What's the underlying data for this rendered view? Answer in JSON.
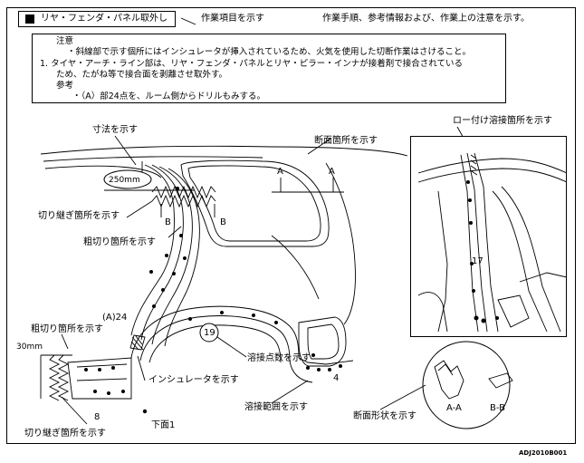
{
  "title_box": {
    "label": "リヤ・フェンダ・パネル取外し"
  },
  "callouts": {
    "work_item": "作業項目を示す",
    "procedure": "作業手順、参考情報および、作業上の注意を示す。",
    "dimension": "寸法を示す",
    "section_location": "断面箇所を示す",
    "braze_location": "ロー付け溶接箇所を示す",
    "cut_splice": "切り継ぎ箇所を示す",
    "rough_cut": "粗切り箇所を示す",
    "rough_cut_left": "粗切り箇所を示す",
    "insulator": "インシュレータを示す",
    "weld_count": "溶接点数を示す",
    "weld_range": "溶接範囲を示す",
    "section_shape": "断面形状を示す",
    "cut_splice_bottom": "切り継ぎ箇所を示す"
  },
  "notes": {
    "heading": "注意",
    "bullet1": "・斜線部で示す個所にはインシュレータが挿入されているため、火気を使用した切断作業はさけること。",
    "item1_line1": "1.  タイヤ・アーチ・ライン部は、リヤ・フェンダ・パネルとリヤ・ピラー・インナが接着剤で接合されている",
    "item1_line2": "ため、たがね等で接合面を剥離させ取外す。",
    "ref_heading": "参考",
    "ref_bullet": "・（A）部24点を、ルーム側からドリルもみする。"
  },
  "labels": {
    "dim_250": "250mm",
    "dim_30": "30mm",
    "sec_a1": "A",
    "sec_a2": "A",
    "sec_b1": "B",
    "sec_b2": "B",
    "a24": "(A)24",
    "weld_19": "19",
    "num_4": "4",
    "num_8": "8",
    "lower_1": "下面1",
    "inset_17": "17",
    "section_aa": "A-A",
    "section_bb": "B-B",
    "figure_code": "ADJ2010B001"
  }
}
